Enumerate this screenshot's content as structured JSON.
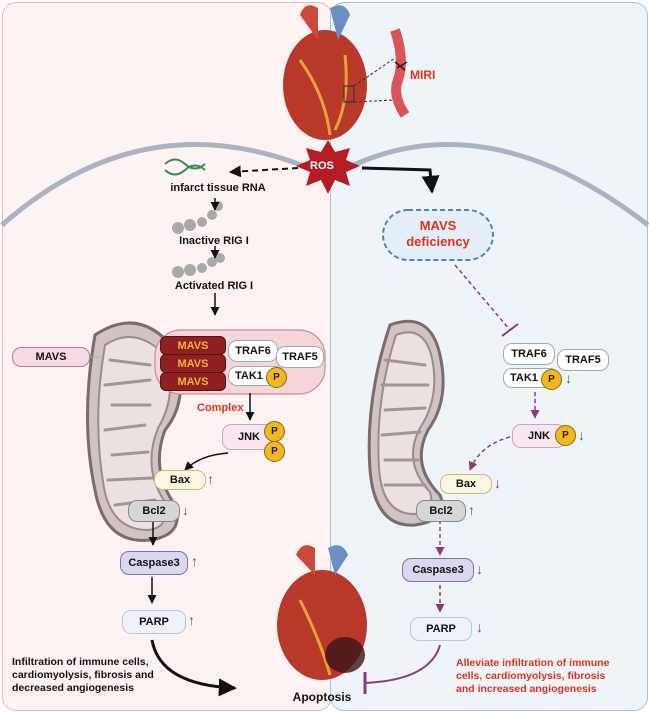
{
  "labels": {
    "miri": "MIRI",
    "ros": "ROS",
    "infarct_rna": "infarct tissue RNA",
    "inactive_rig": "Inactive RIG I",
    "activated_rig": "Activated RIG I",
    "mavs_outer": "MAVS",
    "mavs_1": "MAVS",
    "mavs_2": "MAVS",
    "mavs_3": "MAVS",
    "traf6_left": "TRAF6",
    "traf5_left": "TRAF5",
    "tak1_left": "TAK1",
    "complex": "Complex",
    "jnk_left": "JNK",
    "bax_left": "Bax",
    "bcl2_left": "Bcl2",
    "caspase3_left": "Caspase3",
    "parp_left": "PARP",
    "left_outcome_1": "Infiltration of immune cells,",
    "left_outcome_2": "cardiomyolysis, fibrosis and",
    "left_outcome_3": "decreased angiogenesis",
    "apoptosis": "Apoptosis",
    "mavs_deficiency_1": "MAVS",
    "mavs_deficiency_2": "deficiency",
    "traf6_right": "TRAF6",
    "traf5_right": "TRAF5",
    "tak1_right": "TAK1",
    "jnk_right": "JNK",
    "bax_right": "Bax",
    "bcl2_right": "Bcl2",
    "caspase3_right": "Caspase3",
    "parp_right": "PARP",
    "right_outcome_1": "Alleviate infiltration of immune",
    "right_outcome_2": "cells, cardiomyolysis, fibrosis",
    "right_outcome_3": "and increased angiogenesis",
    "p": "P"
  },
  "colors": {
    "left_bg": "#fdf3f2",
    "right_bg": "#eef4f8",
    "ros_star": "#b51d24",
    "mavs_bar": "#8e1f22",
    "phospho": "#f3b81f",
    "up_arrow": "#2e7d32",
    "purple_arrow": "#8e3a7a",
    "outcome_text_right": "#e0321c"
  }
}
